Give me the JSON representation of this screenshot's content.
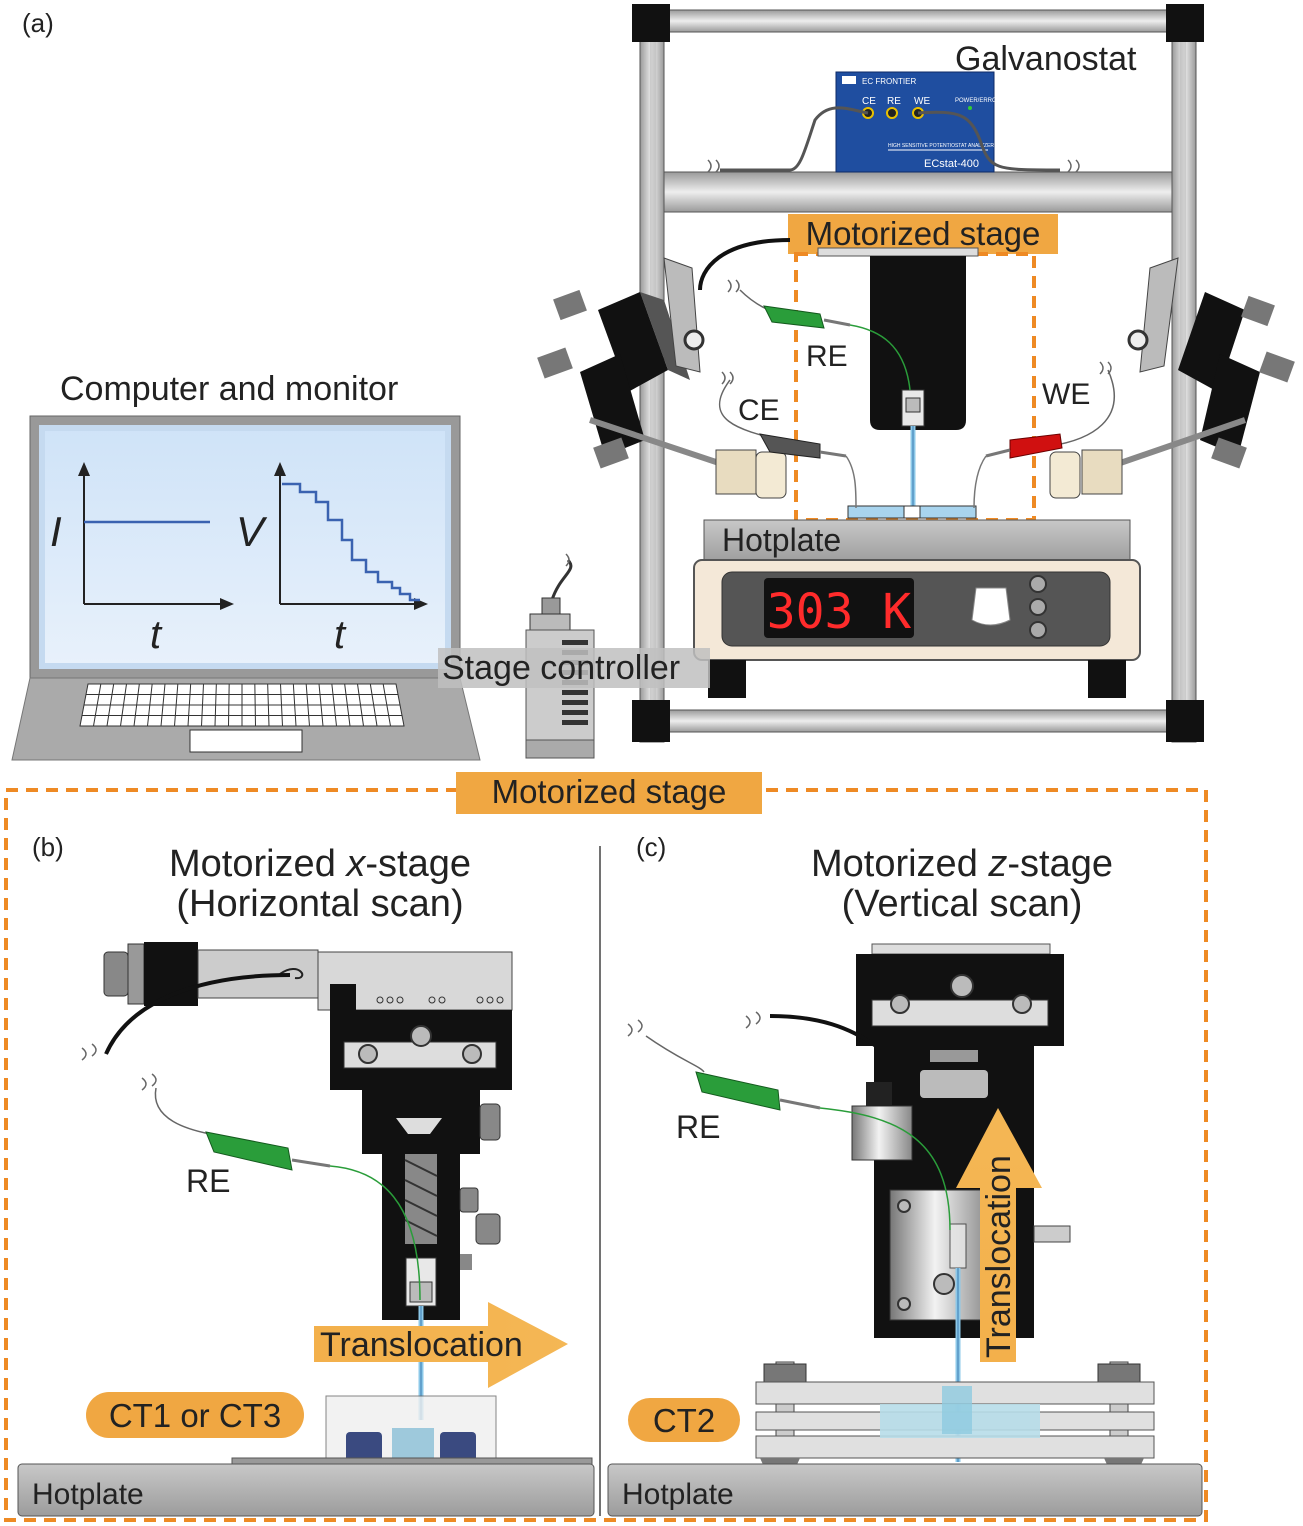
{
  "panel_a": {
    "tag": "(a)",
    "galvanostat": "Galvanostat",
    "device_brand": "EC FRONTIER",
    "device_model": "ECstat-400",
    "device_sub": "HIGH SENSITIVE POTENTIOSTAT ANALYZER",
    "device_power": "POWER/ERROR",
    "port_ce": "CE",
    "port_re": "RE",
    "port_we": "WE",
    "motorized_stage": "Motorized stage",
    "re": "RE",
    "ce": "CE",
    "we": "WE",
    "hotplate": "Hotplate",
    "temperature": "303 K",
    "computer": "Computer and monitor",
    "stage_controller": "Stage controller",
    "plot1_y": "I",
    "plot1_x": "t",
    "plot2_y": "V",
    "plot2_x": "t"
  },
  "bottom_banner": "Motorized stage",
  "panel_b": {
    "tag": "(b)",
    "title1_pre": "Motorized ",
    "title1_var": "x",
    "title1_post": "-stage",
    "title2": "(Horizontal scan)",
    "re": "RE",
    "translocation": "Translocation",
    "cell": "CT1 or CT3",
    "hotplate": "Hotplate"
  },
  "panel_c": {
    "tag": "(c)",
    "title1_pre": "Motorized ",
    "title1_var": "z",
    "title1_post": "-stage",
    "title2": "(Vertical scan)",
    "re": "RE",
    "translocation": "Translocation",
    "cell": "CT2",
    "hotplate": "Hotplate"
  },
  "colors": {
    "orange": "#f0a742",
    "dash": "#ee8a24",
    "display_red": "#ff2b2b",
    "galvano_blue": "#1f4ea0",
    "green_clip": "#2a9d3a",
    "red_clip": "#d01010",
    "plot_line": "#3a62b0"
  }
}
